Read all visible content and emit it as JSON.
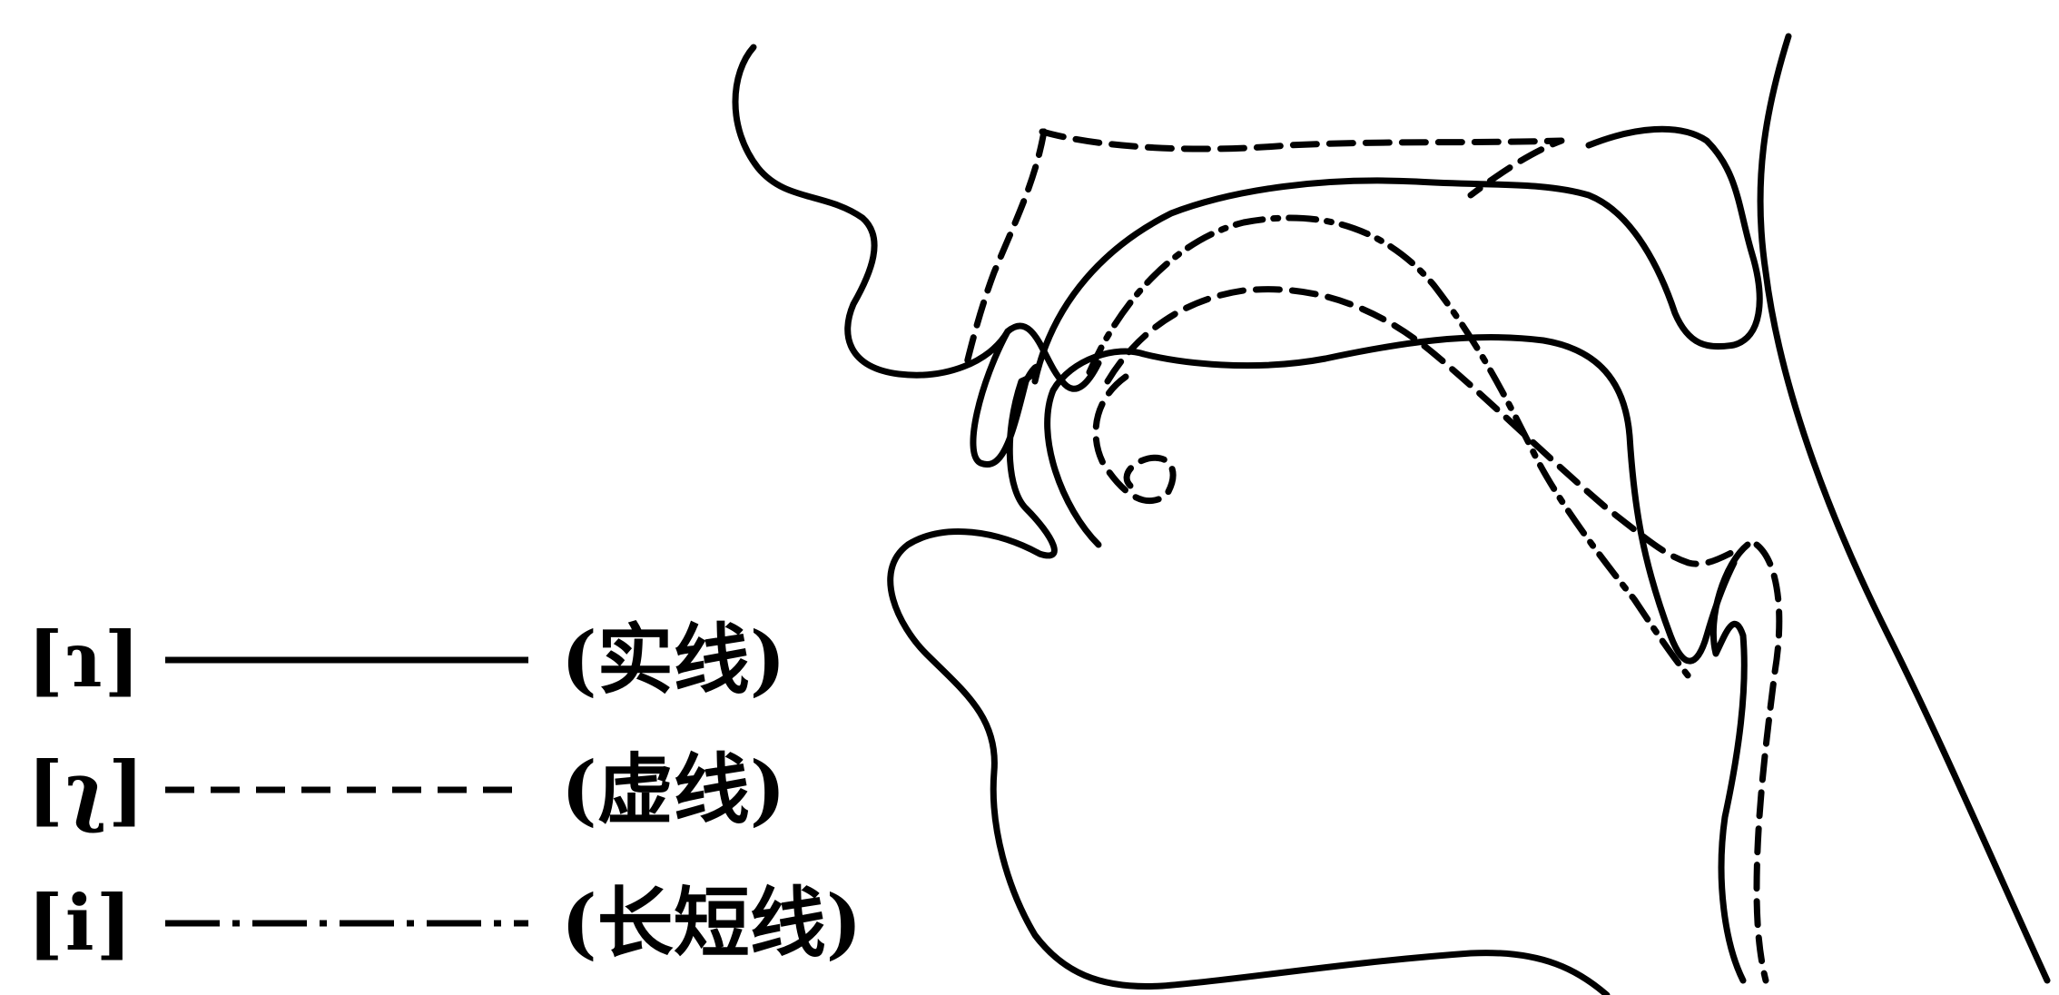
{
  "legend": [
    {
      "symbol": "[ɿ]",
      "label": "(实线)",
      "line_style": "solid"
    },
    {
      "symbol": "[ʅ]",
      "label": "(虚线)",
      "line_style": "dashed"
    },
    {
      "symbol": "[i]",
      "label": "(长短线)",
      "line_style": "dash-dot"
    }
  ],
  "colors": {
    "ink": "#000000",
    "paper": "#ffffff"
  }
}
